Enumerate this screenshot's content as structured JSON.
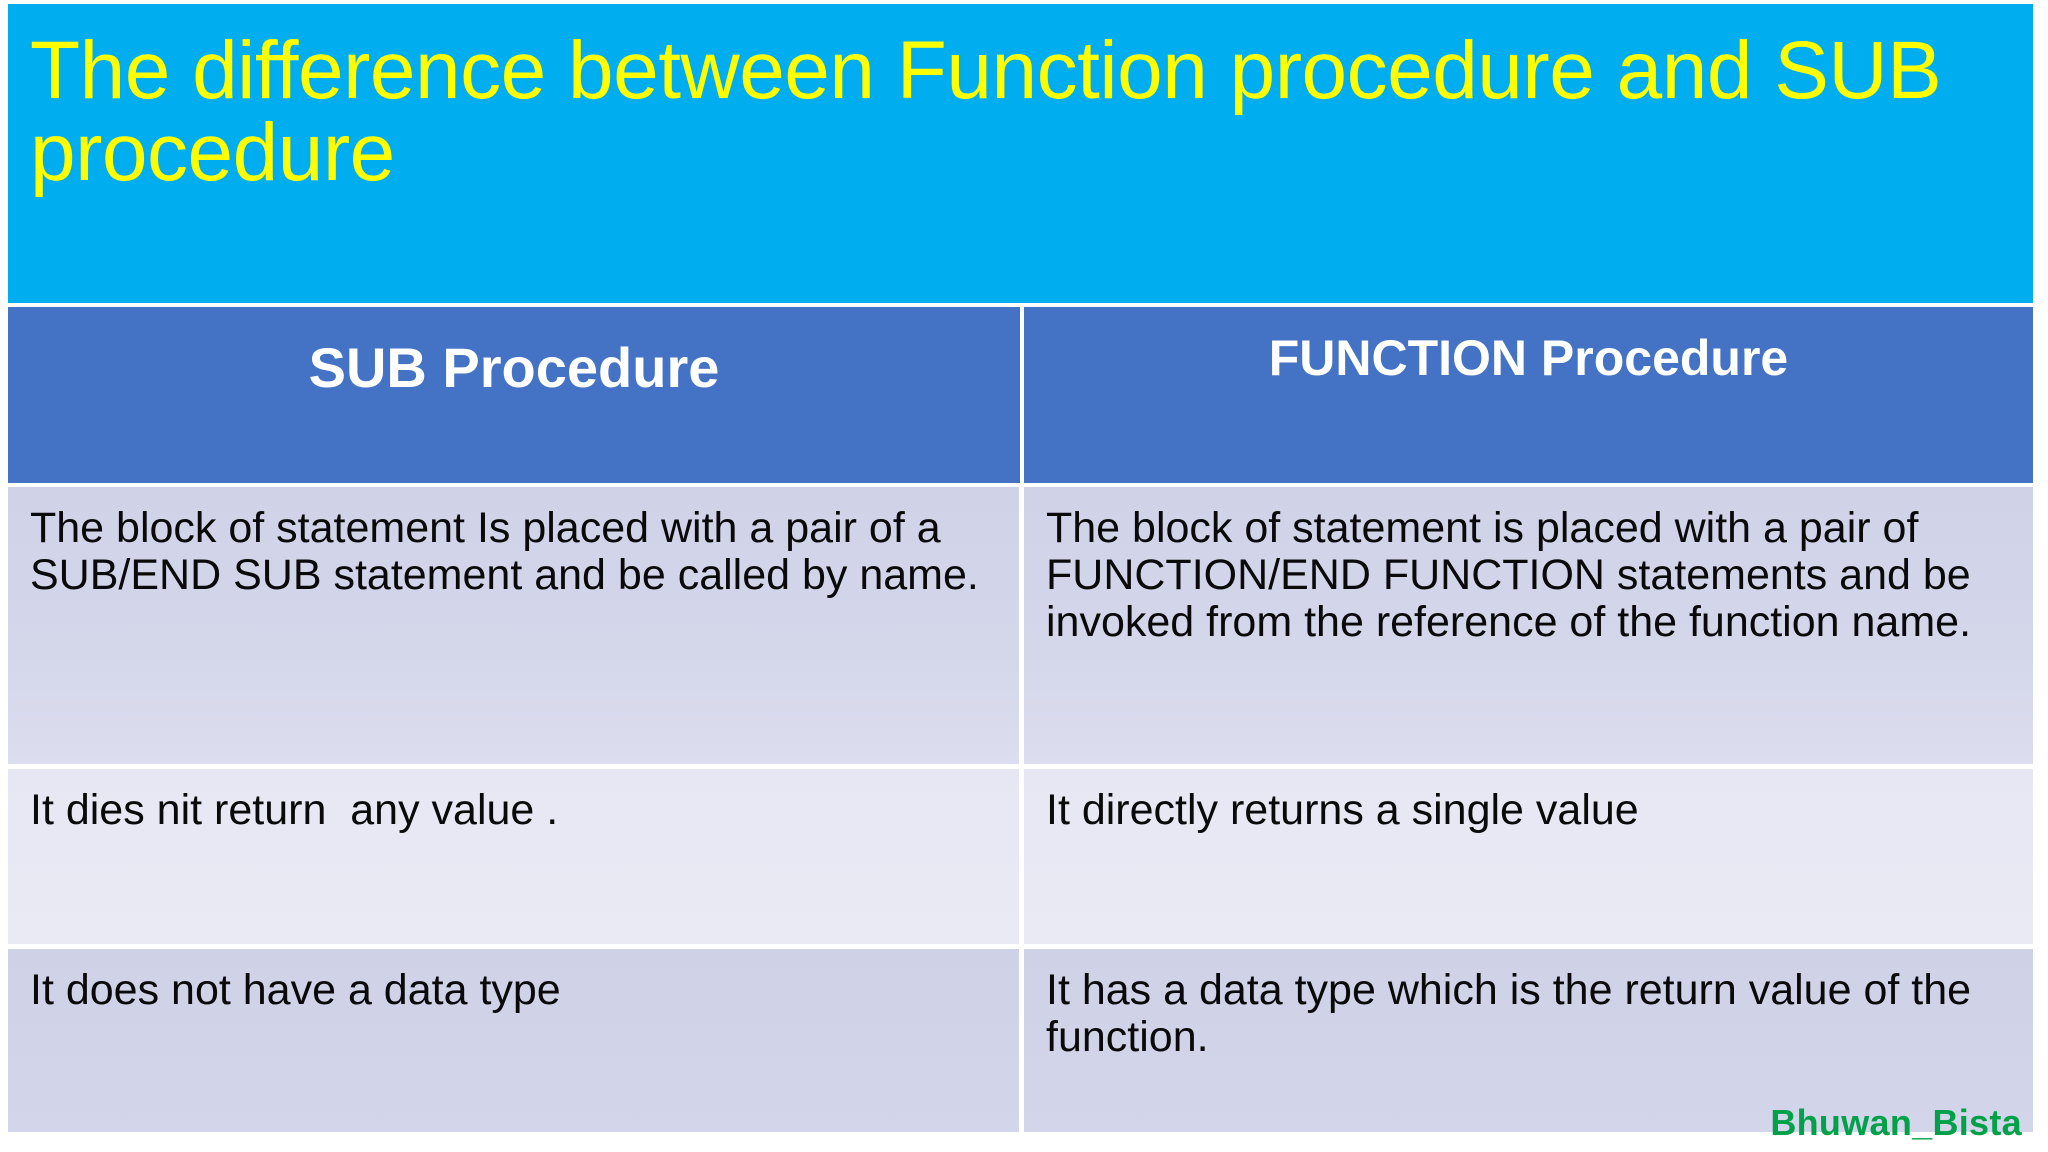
{
  "slide": {
    "title": "The difference between Function procedure and SUB procedure",
    "title_color": "#FFFF00",
    "title_band_color": "#00AEEF",
    "header_color": "#4472C4",
    "signature_color": "#00A148"
  },
  "table": {
    "columns": [
      {
        "header": "SUB Procedure"
      },
      {
        "header": "FUNCTION Procedure"
      }
    ],
    "rows": [
      {
        "sub": "The block of statement Is placed with a pair of a SUB/END SUB statement and be called by name.",
        "function": "The block of statement is placed with a pair of FUNCTION/END FUNCTION statements and be invoked from the reference of the function name."
      },
      {
        "sub": "It dies nit return  any value .",
        "function": "It directly returns a single value"
      },
      {
        "sub": "It does not have a data type",
        "function": "It has a data type which is the return value of the function."
      }
    ]
  },
  "footer": {
    "signature": "Bhuwan_Bista"
  }
}
